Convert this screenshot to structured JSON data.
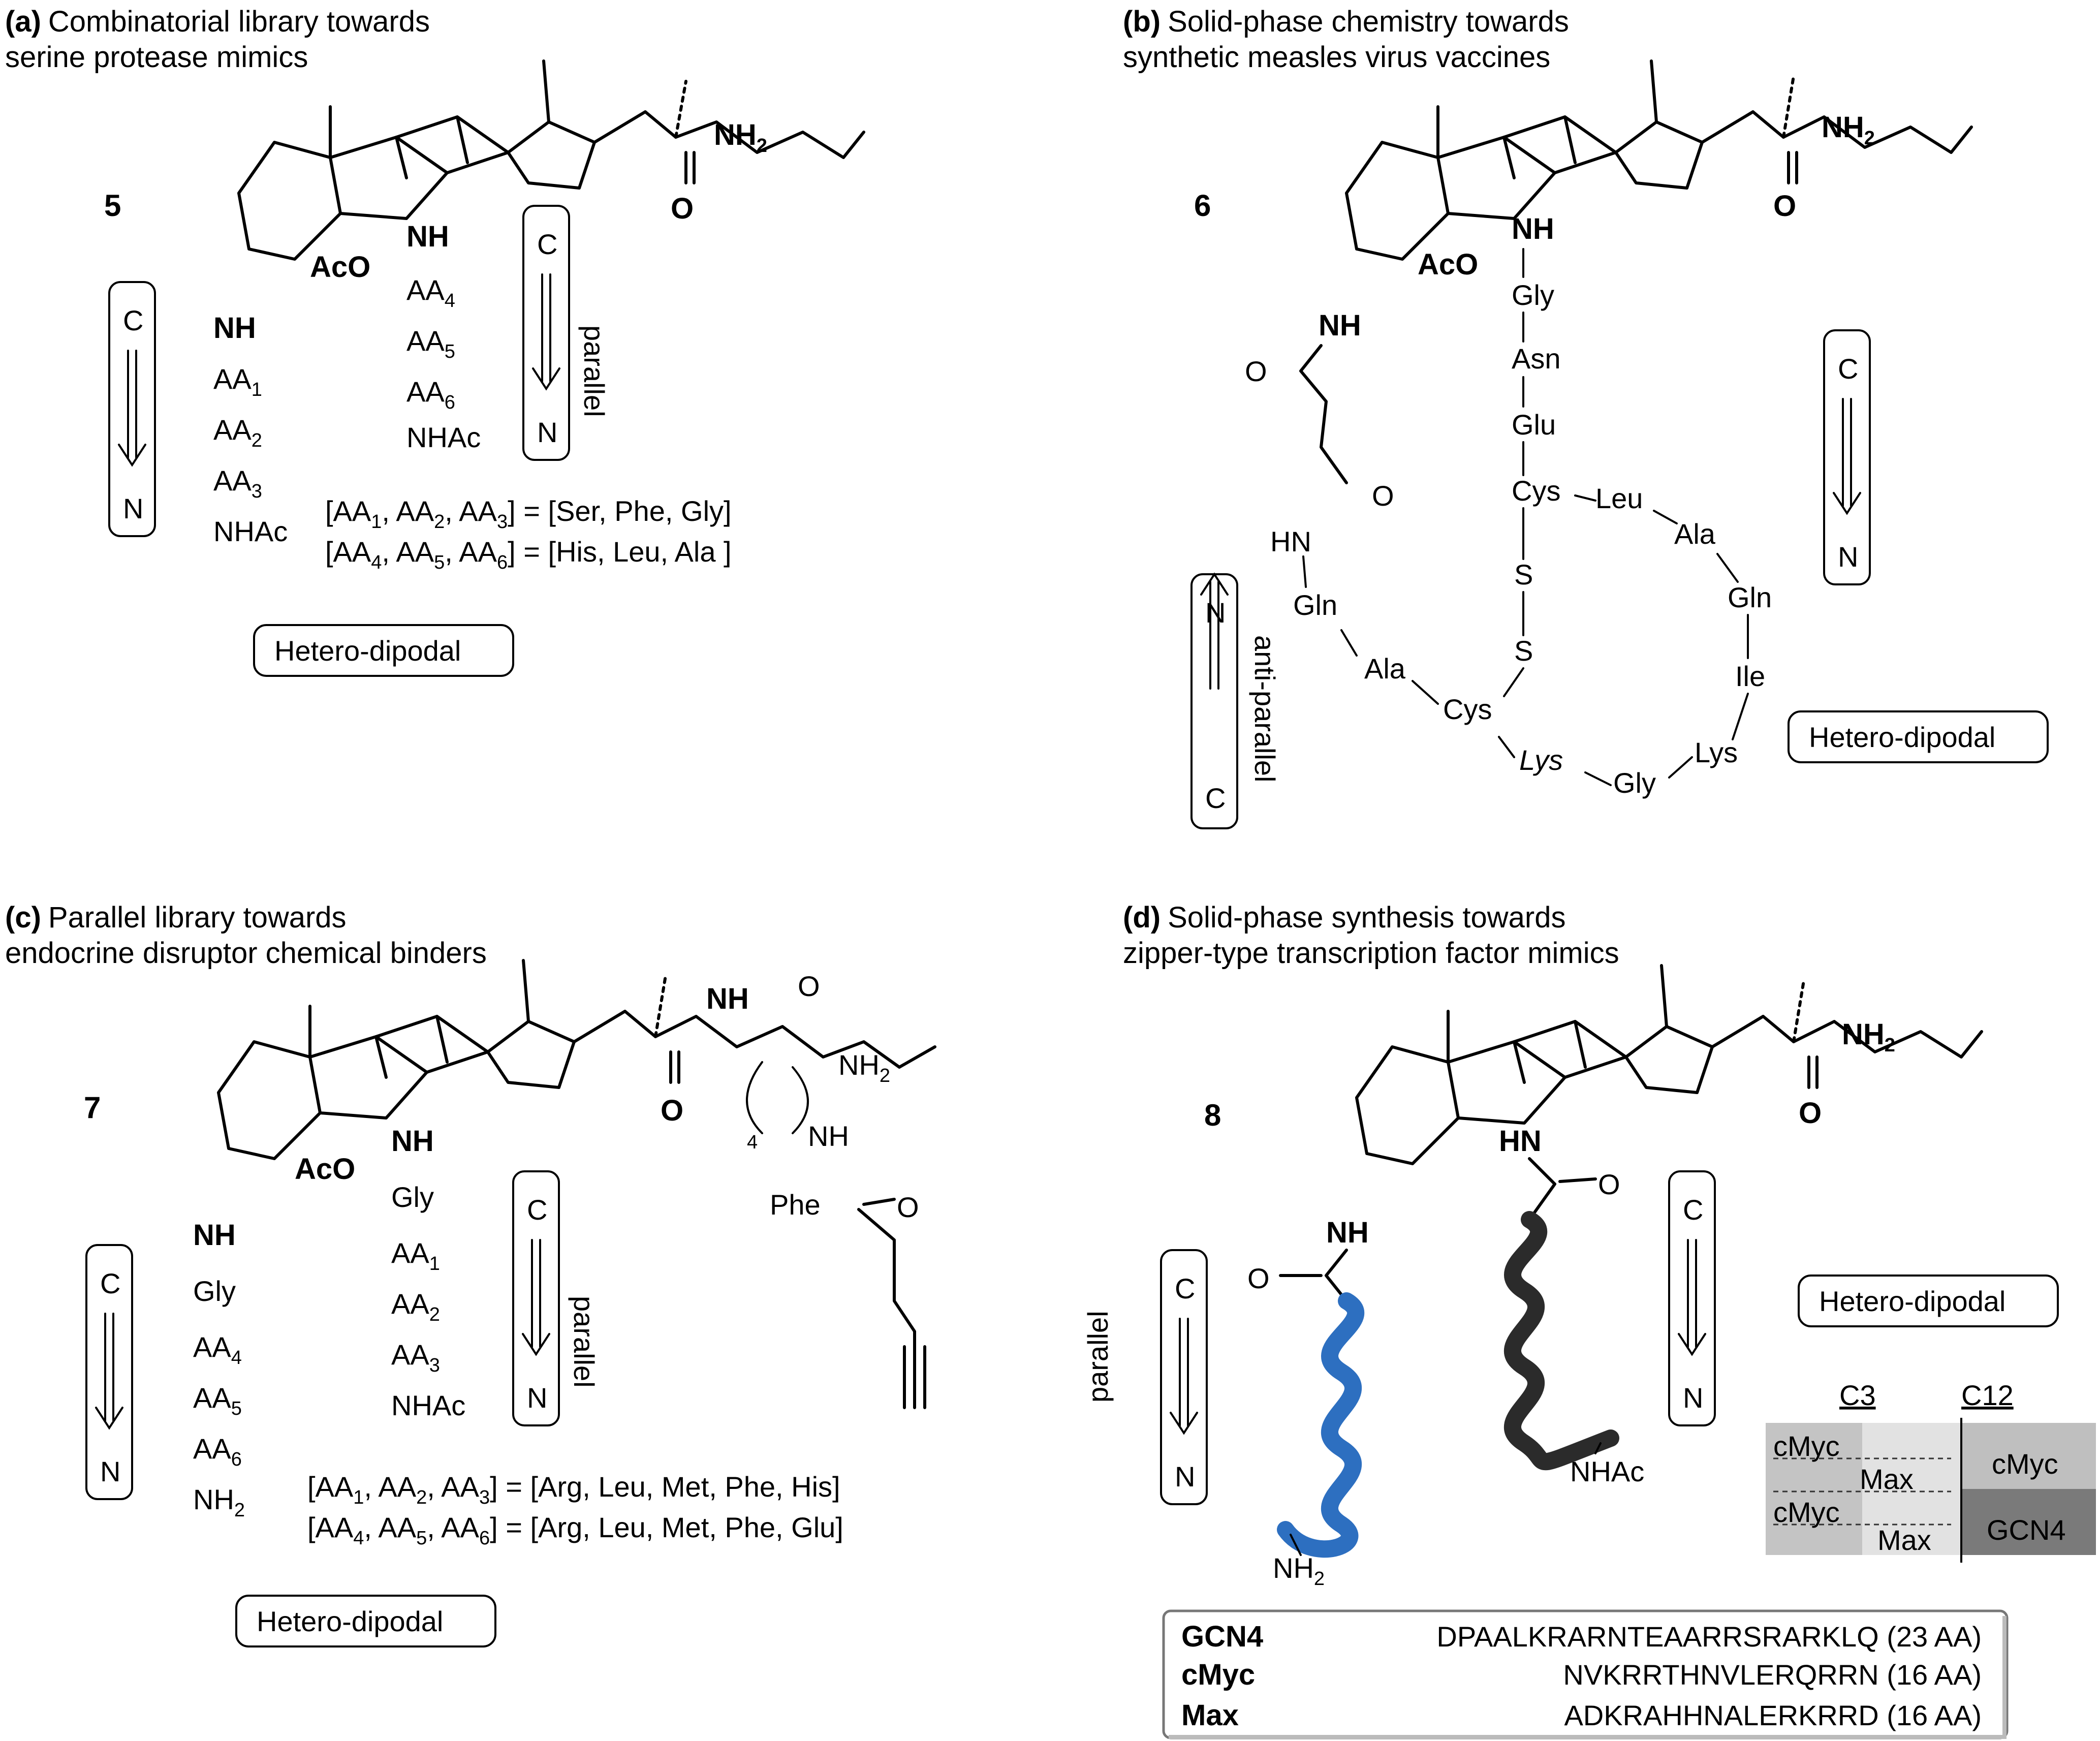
{
  "panels": {
    "a": {
      "tag": "(a)",
      "title1": "Combinatorial library towards",
      "title2": "serine protease mimics",
      "number": "5",
      "arm_left": [
        "AA",
        "AA",
        "AA"
      ],
      "arm_left_subs": [
        "1",
        "2",
        "3"
      ],
      "arm_right_subs": [
        "4",
        "5",
        "6"
      ],
      "nh": "NH",
      "nhac": "NHAc",
      "aco": "AcO",
      "nh2": "NH",
      "nh2_sub": "2",
      "o": "O",
      "c": "C",
      "n": "N",
      "orientation": "parallel",
      "eq1_left": "[AA",
      "eq1_right": "] = [Ser, Phe, Gly]",
      "eq2_right": "] = [His, Leu, Ala ]",
      "badge": "Hetero-dipodal"
    },
    "b": {
      "tag": "(b)",
      "title1": "Solid-phase chemistry towards",
      "title2": "synthetic measles virus vaccines",
      "number": "6",
      "orientation": "anti-parallel",
      "hn": "HN",
      "residues": {
        "gly": "Gly",
        "asn": "Asn",
        "glu": "Glu",
        "cys1": "Cys",
        "leu": "Leu",
        "ala1": "Ala",
        "gln1": "Gln",
        "ile": "Ile",
        "lys1": "Lys",
        "gly2": "Gly",
        "lys2": "Lys",
        "cys2": "Cys",
        "ala2": "Ala",
        "gln2": "Gln",
        "s": "S"
      },
      "badge": "Hetero-dipodal"
    },
    "c": {
      "tag": "(c)",
      "title1": "Parallel library towards",
      "title2": "endocrine disruptor chemical binders",
      "number": "7",
      "gly": "Gly",
      "phe": "Phe",
      "four": "4",
      "eq1_right": "] = [Arg, Leu, Met, Phe, His]",
      "eq2_right": "] = [Arg, Leu, Met, Phe, Glu]",
      "badge": "Hetero-dipodal"
    },
    "d": {
      "tag": "(d)",
      "title1": "Solid-phase synthesis towards",
      "title2": "zipper-type transcription factor mimics",
      "number": "8",
      "badge": "Hetero-dipodal",
      "hn": "HN",
      "table": {
        "col1": "C3",
        "col2": "C12",
        "c3_rows": [
          "cMyc",
          "Max",
          "cMyc",
          "Max"
        ],
        "c12_rows": [
          "cMyc",
          "GCN4"
        ],
        "c3_colors": [
          "#c4c4c4",
          "#e2e2e2"
        ],
        "c12_colors": [
          "#bfbfbf",
          "#7a7a7a"
        ]
      },
      "sequences": [
        {
          "name": "GCN4",
          "seq": "DPAALKRARNTEAARRSRARKLQ (23 AA)"
        },
        {
          "name": "cMyc",
          "seq": "NVKRRTHNVLERQRRN (16 AA)"
        },
        {
          "name": "Max",
          "seq": "ADKRAHHNALERKRRD (16 AA)"
        }
      ],
      "helix_colors": [
        "#2d6fc0",
        "#2b2b2b"
      ]
    }
  }
}
